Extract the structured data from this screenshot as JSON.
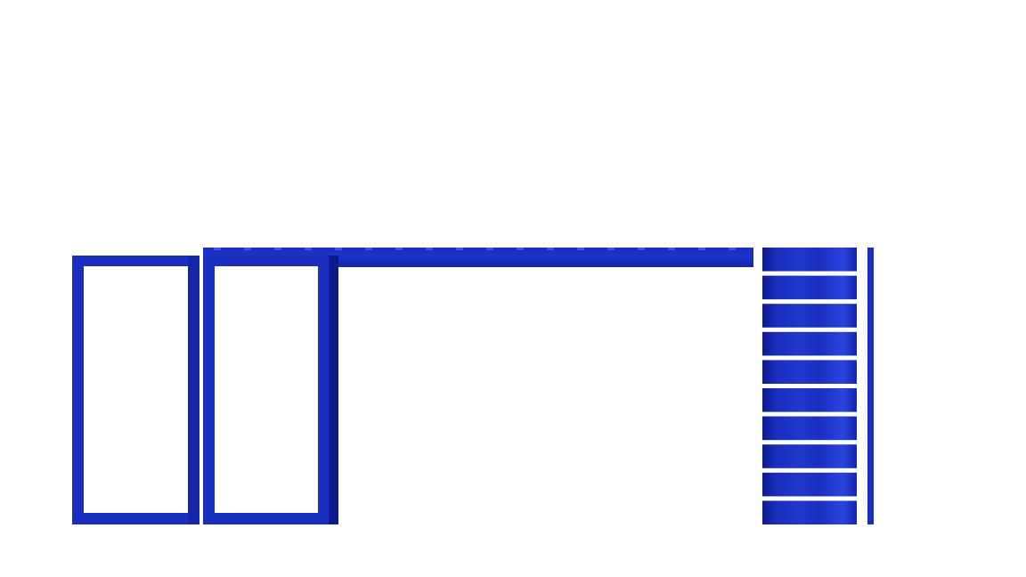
{
  "scene": {
    "background_color": "#ffffff",
    "primary_color": "#1a2ebf",
    "dark_color": "#0d1a8c",
    "highlight_color": "#2a44e0",
    "frames": [
      {
        "name": "door-frame-left",
        "shape": "rectangular-frame"
      },
      {
        "name": "door-frame-middle",
        "shape": "rectangular-frame"
      }
    ],
    "beam": {
      "name": "top-beam",
      "shape": "horizontal-bar"
    },
    "ladder": {
      "name": "ladder-shelf",
      "rungs": 10
    }
  }
}
